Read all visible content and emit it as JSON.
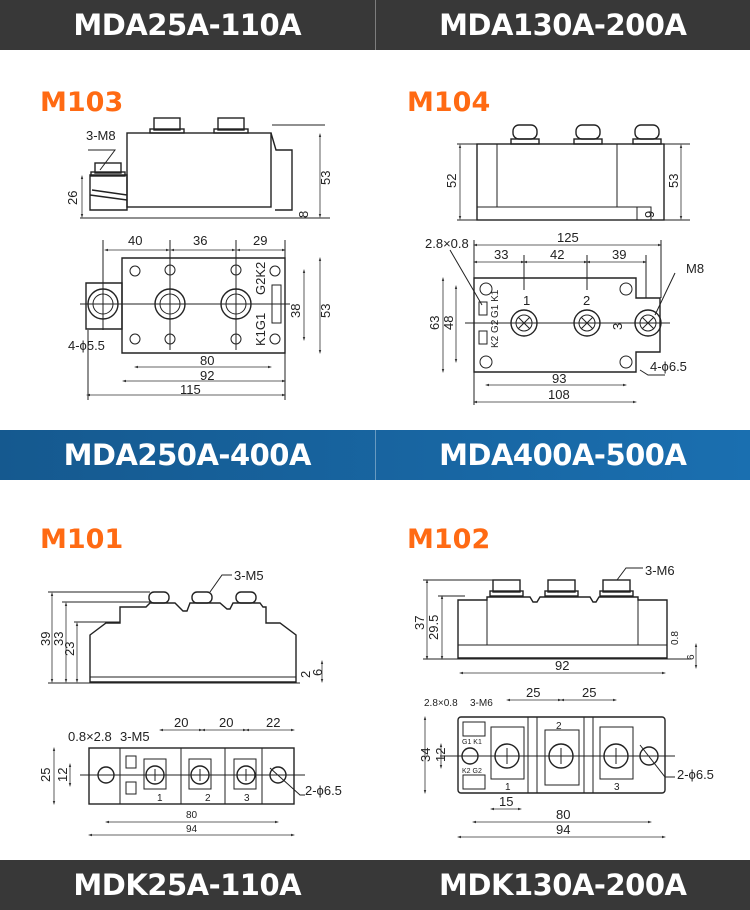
{
  "bands": {
    "top": [
      "MDA25A-110A",
      "MDA130A-200A"
    ],
    "middle": [
      "MDA250A-400A",
      "MDA400A-500A"
    ],
    "bottom": [
      "MDK25A-110A",
      "MDK130A-200A"
    ]
  },
  "colors": {
    "title": "#ff6a13",
    "dark_band": "#383838",
    "blue_band": "#1a6fb0"
  },
  "m103": {
    "title": "M103",
    "side": {
      "terminal": "3-M8",
      "height_left": "26",
      "height": "53",
      "base": "8"
    },
    "top": {
      "d1": "40",
      "d2": "36",
      "d3": "29",
      "holes": "4-ϕ5.5",
      "w80": "80",
      "w92": "92",
      "w115": "115",
      "h38": "38",
      "h53": "53",
      "gate_top": "G2K2",
      "gate_bottom": "K1G1"
    }
  },
  "m104": {
    "title": "M104",
    "side": {
      "height_left": "52",
      "height": "53",
      "base": "9"
    },
    "top": {
      "tab": "2.8×0.8",
      "w125": "125",
      "d1": "33",
      "d2": "42",
      "d3": "39",
      "terminal": "M8",
      "h63": "63",
      "h48": "48",
      "holes": "4-ϕ6.5",
      "w93": "93",
      "w108": "108",
      "t1": "1",
      "t2": "2",
      "t3": "3",
      "g1": "G1 K1",
      "g2": "K2 G2"
    }
  },
  "m101": {
    "title": "M101",
    "side": {
      "terminal": "3-M5",
      "h39": "39",
      "h33": "33",
      "h23": "23",
      "b2": "2",
      "b6": "6"
    },
    "top": {
      "tab": "0.8×2.8",
      "terminal": "3-M5",
      "d1": "20",
      "d2": "20",
      "d3": "22",
      "h25": "25",
      "h12": "12",
      "w80": "80",
      "w94": "94",
      "holes": "2-ϕ6.5",
      "t1": "1",
      "t2": "2",
      "t3": "3"
    }
  },
  "m102": {
    "title": "M102",
    "side": {
      "terminal": "3-M6",
      "h37": "37",
      "h29": "29.5",
      "w92": "92",
      "b08": "0.8",
      "b6": "6"
    },
    "top": {
      "tab": "2.8×0.8",
      "terminal": "3-M6",
      "d1": "25",
      "d2": "25",
      "h34": "34",
      "h12": "12",
      "w15": "15",
      "w80": "80",
      "w94": "94",
      "holes": "2-ϕ6.5",
      "t1": "1",
      "t2": "2",
      "t3": "3",
      "g1": "G1 K1",
      "g2": "K2 G2"
    }
  }
}
